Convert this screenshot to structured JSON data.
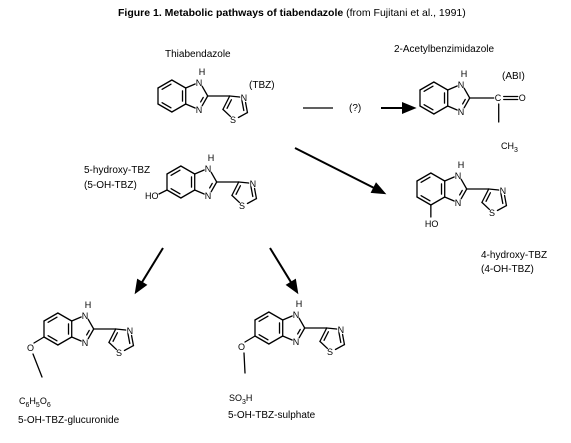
{
  "title": {
    "main": "Figure 1.  Metabolic pathways of tiabendazole",
    "source": "(from Fujitani et al., 1991)"
  },
  "compounds": {
    "tbz": {
      "name": "Thiabendazole",
      "abbr": "(TBZ)"
    },
    "abi": {
      "name": "2-Acetylbenzimidazole",
      "abbr": "(ABI)"
    },
    "oh5": {
      "name": "5-hydroxy-TBZ",
      "abbr": "(5-OH-TBZ)"
    },
    "oh4": {
      "name": "4-hydroxy-TBZ",
      "abbr": "(4-OH-TBZ)"
    },
    "gluc": {
      "name": "5-OH-TBZ-glucuronide"
    },
    "sulf": {
      "name": "5-OH-TBZ-sulphate"
    }
  },
  "reaction": {
    "uncertain_label": "(?)"
  },
  "atoms": {
    "nh": "H",
    "n": "N",
    "s": "S",
    "c": "C",
    "o": "O",
    "ho": "HO",
    "ch3": "CH",
    "ch3_sub": "3",
    "glucuronide_group": [
      "C",
      "6",
      "H",
      "5",
      "O",
      "6"
    ],
    "sulphate_group": [
      "SO",
      "3",
      "H"
    ]
  },
  "colors": {
    "line": "#000000",
    "background": "#ffffff"
  }
}
